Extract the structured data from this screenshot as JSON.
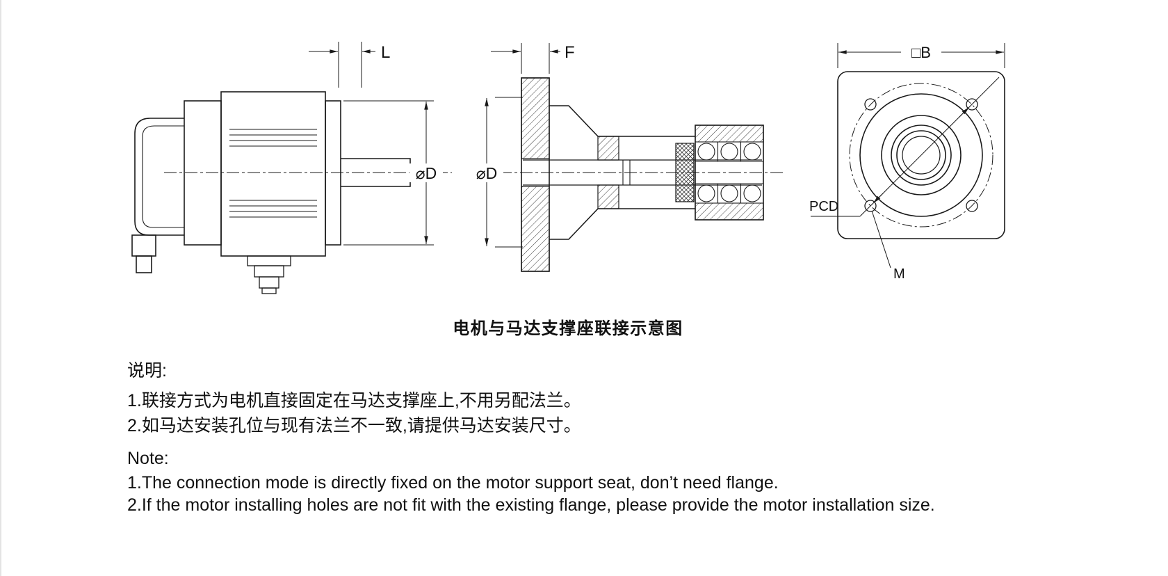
{
  "background": "#ffffff",
  "line_color": "#1a1a1a",
  "title": "电机与马达支撑座联接示意图",
  "drawing": {
    "motor_side_view": {
      "length_label": "L",
      "diameter_label": "⌀D"
    },
    "support_section_view": {
      "flange_thickness_label": "F",
      "diameter_label": "⌀D"
    },
    "flange_front_view": {
      "width_label": "□B",
      "bolt_circle_label": "PCD",
      "mount_hole_label": "M"
    }
  },
  "notes_cn": {
    "heading": "说明:",
    "items": [
      "1.联接方式为电机直接固定在马达支撑座上,不用另配法兰。",
      "2.如马达安装孔位与现有法兰不一致,请提供马达安装尺寸。"
    ]
  },
  "notes_en": {
    "heading": "Note:",
    "items": [
      "1.The connection mode is directly fixed on the motor support seat, don’t need flange.",
      "2.If the motor installing holes are not fit with the existing flange, please provide the motor installation size."
    ]
  }
}
